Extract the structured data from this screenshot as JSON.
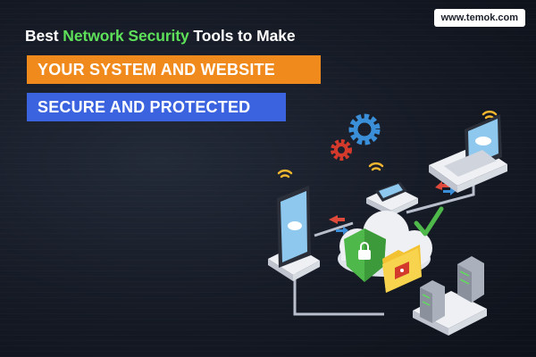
{
  "brand": {
    "label": "www.temok.com"
  },
  "headline": {
    "prefix": "Best ",
    "highlight": "Network Security",
    "suffix": " Tools to Make"
  },
  "banner_orange": {
    "text": "YOUR SYSTEM AND WEBSITE"
  },
  "banner_blue": {
    "text": "SECURE AND PROTECTED"
  },
  "colors": {
    "background": "#151a25",
    "highlight_green": "#5ee05a",
    "banner_orange": "#f08a1c",
    "banner_blue": "#3c63df",
    "gear_blue": "#3b8fd9",
    "gear_red": "#d33a2c",
    "wifi_yellow": "#f2b730"
  },
  "icons": [
    "laptop-icon",
    "tablet-icon",
    "smartphone-icon",
    "cloud-icon",
    "shield-icon",
    "checkmark-icon",
    "folder-icon",
    "server-icon",
    "gear-icon",
    "wifi-icon",
    "arrow-icon"
  ]
}
